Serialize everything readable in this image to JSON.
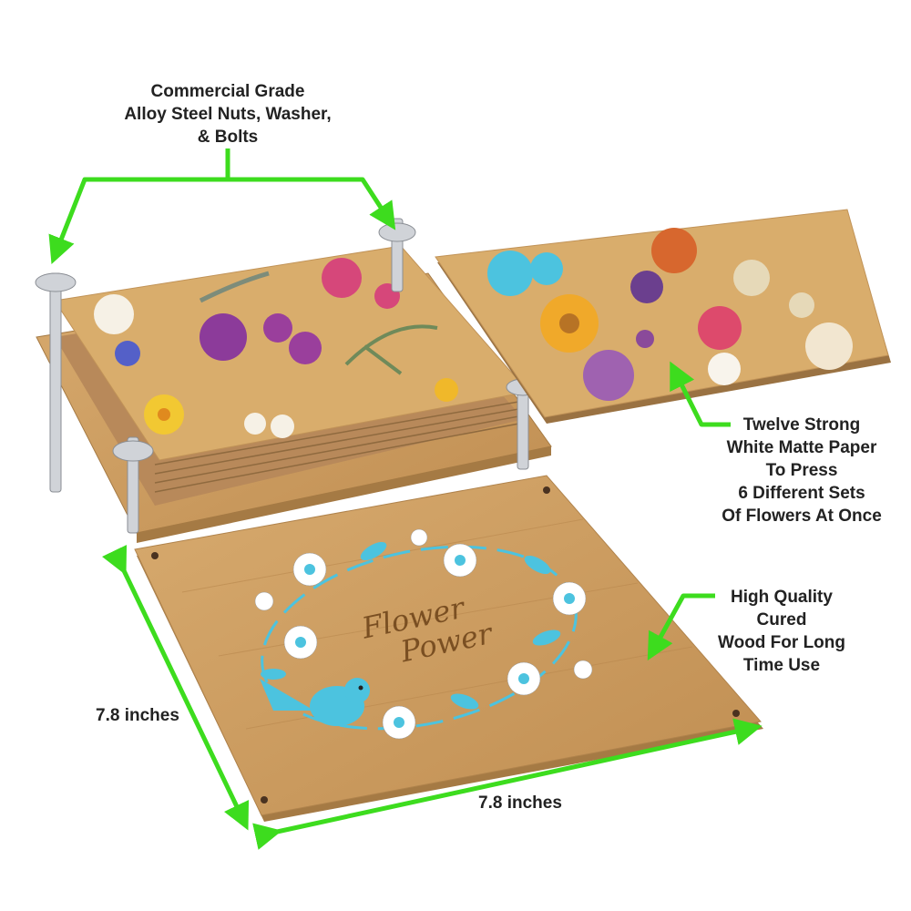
{
  "callouts": {
    "hardware": [
      "Commercial Grade",
      "Alloy Steel Nuts, Washer,",
      "& Bolts"
    ],
    "paper": [
      "Twelve Strong",
      "White Matte Paper",
      "To Press",
      "6 Different Sets",
      "Of Flowers At Once"
    ],
    "wood": [
      "High Quality",
      "Cured",
      "Wood For Long",
      "Time Use"
    ]
  },
  "dimensions": {
    "height": "7.8 inches",
    "width": "7.8 inches"
  },
  "board_text": {
    "line1": "Flower",
    "line2": "Power"
  },
  "colors": {
    "arrow": "#3ddc1e",
    "cardboard": "#d9ad6c",
    "wood": "#c99a5e",
    "accent_blue": "#4cc3df"
  }
}
